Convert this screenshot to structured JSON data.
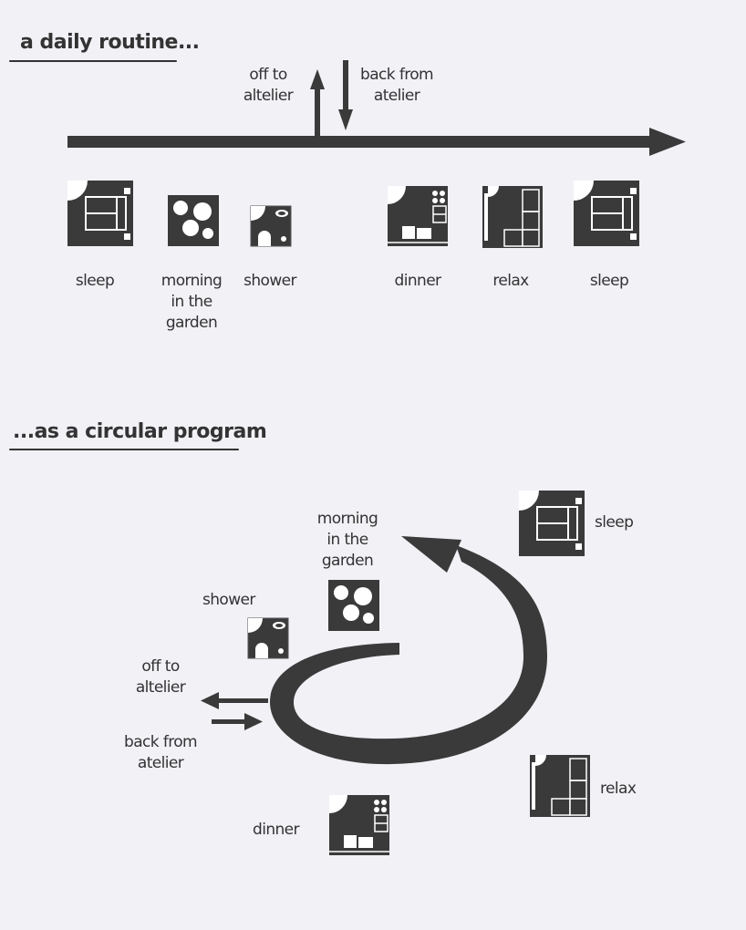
{
  "headings": {
    "top": "a daily routine...",
    "bottom": "...as a circular program"
  },
  "timeline": {
    "off_to_atelier": [
      "off to",
      "altelier"
    ],
    "back_from_atelier": [
      "back from",
      "atelier"
    ],
    "rooms": [
      {
        "icon": "bedroom-icon",
        "label": [
          "sleep"
        ]
      },
      {
        "icon": "garden-icon",
        "label": [
          "morning",
          "in the",
          "garden"
        ]
      },
      {
        "icon": "bathroom-icon",
        "label": [
          "shower"
        ]
      },
      {
        "icon": "kitchen-icon",
        "label": [
          "dinner"
        ]
      },
      {
        "icon": "living-room-icon",
        "label": [
          "relax"
        ]
      },
      {
        "icon": "bedroom-icon",
        "label": [
          "sleep"
        ]
      }
    ]
  },
  "circular": {
    "sleep": "sleep",
    "morning": [
      "morning",
      "in the",
      "garden"
    ],
    "shower": "shower",
    "off_to_atelier": [
      "off to",
      "altelier"
    ],
    "back_from_atelier": [
      "back from",
      "atelier"
    ],
    "dinner": "dinner",
    "relax": "relax"
  },
  "colors": {
    "ink": "#3a3a3a",
    "background": "#f1f1f6",
    "accent_light": "#ffffff"
  }
}
